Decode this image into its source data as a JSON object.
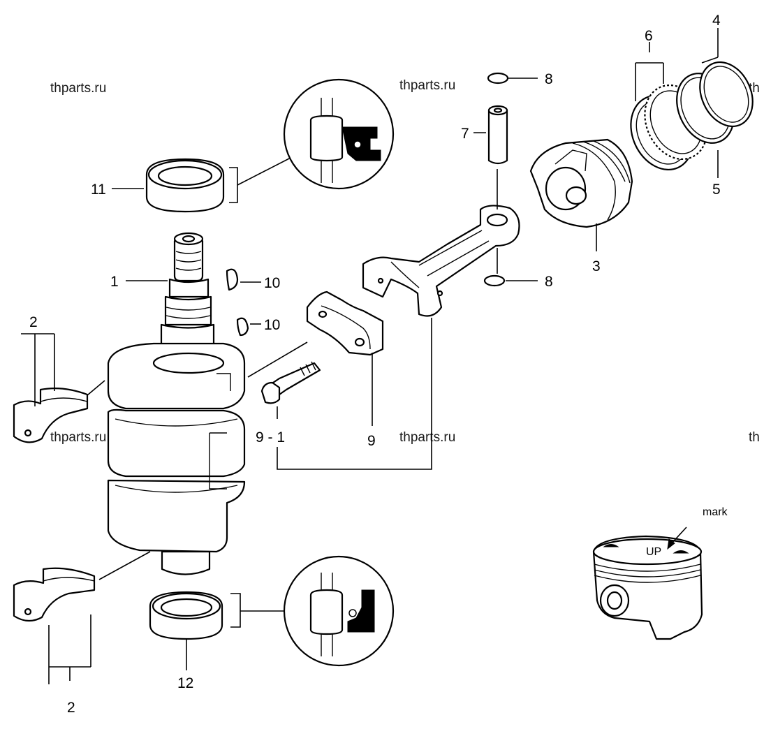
{
  "watermarks": [
    "thparts.ru",
    "thparts.ru",
    "thparts.ru",
    "thparts.ru",
    "th",
    "th"
  ],
  "callouts": {
    "c1": "1",
    "c2_top": "2",
    "c2_bottom": "2",
    "c3": "3",
    "c4": "4",
    "c5": "5",
    "c6": "6",
    "c7": "7",
    "c8_top": "8",
    "c8_bottom": "8",
    "c9": "9",
    "c9_1": "9 - 1",
    "c10_top": "10",
    "c10_bottom": "10",
    "c11": "11",
    "c12": "12"
  },
  "mark_label": "mark",
  "piston_stamp": "UP"
}
